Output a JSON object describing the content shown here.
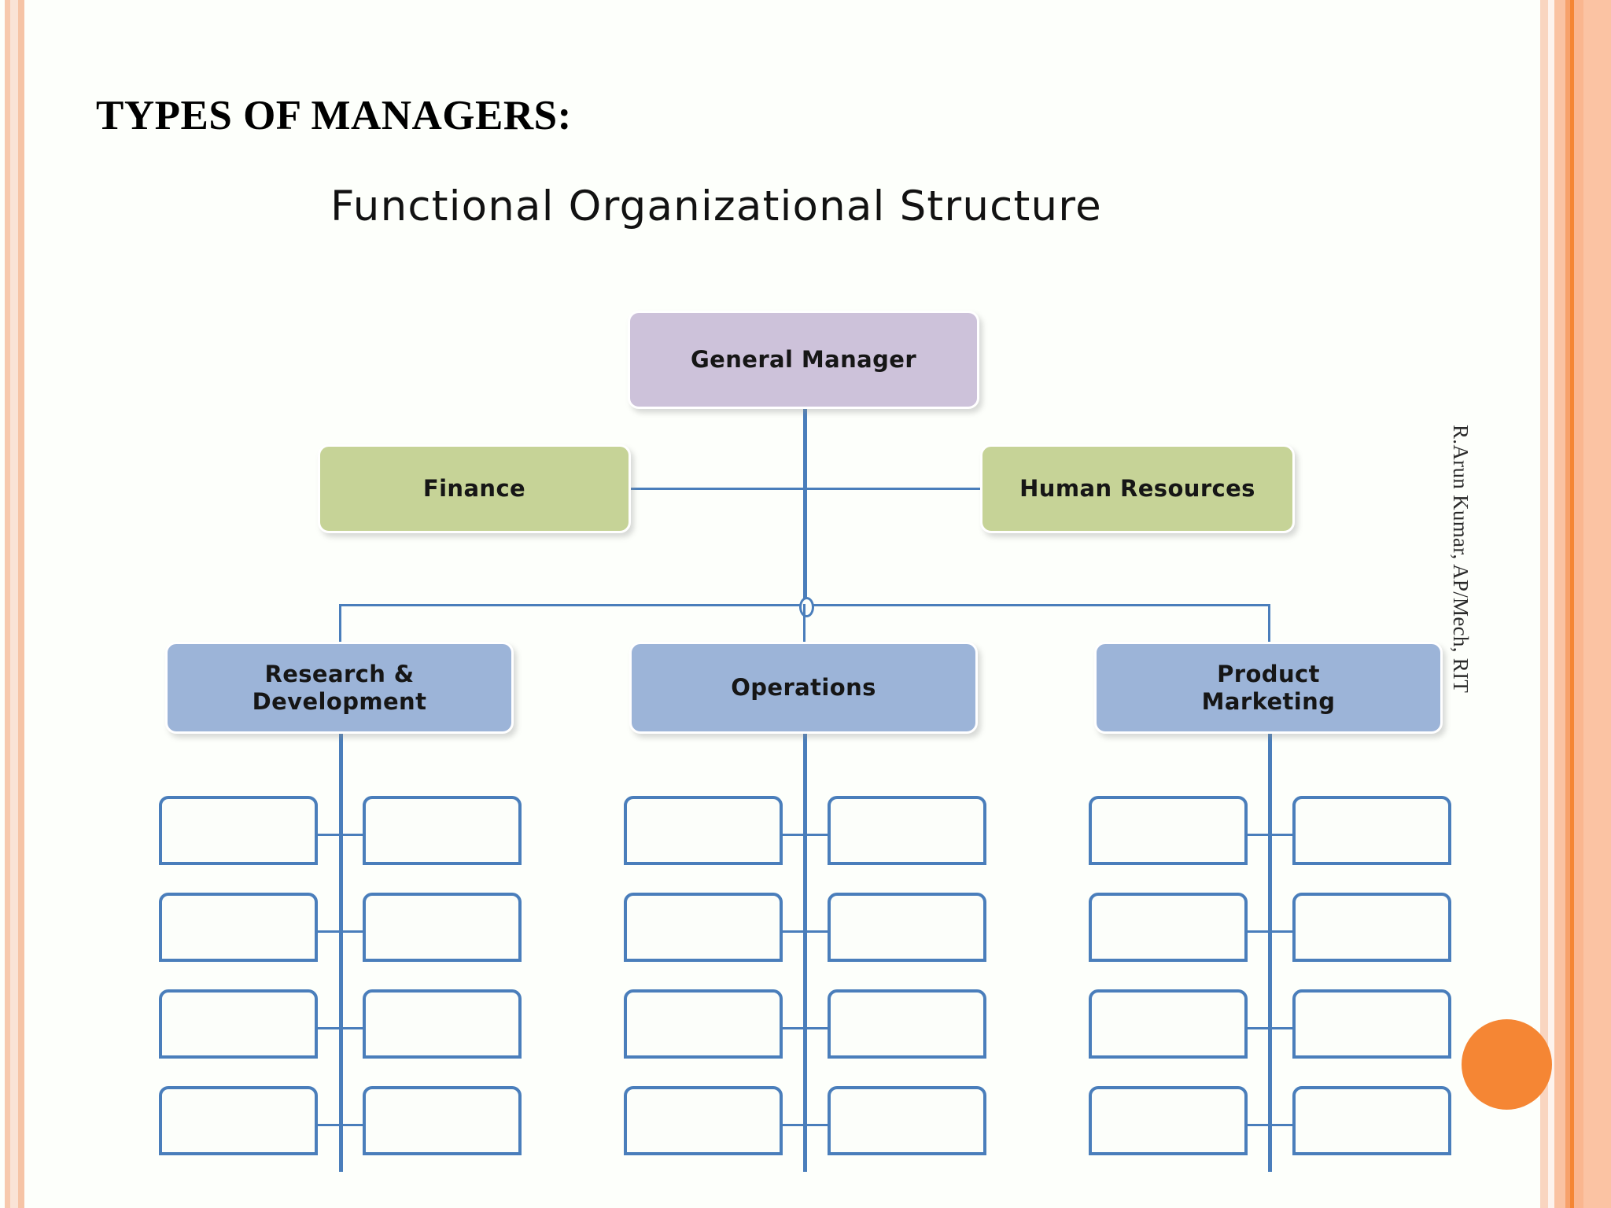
{
  "slide": {
    "title": "TYPES OF MANAGERS:",
    "author_note": "R.Arun Kumar, AP/Mech, RIT",
    "accent_color": "#f58634",
    "background": "#fdfffb"
  },
  "chart_data": {
    "type": "diagram",
    "diagram_type": "organizational-chart",
    "title": "Functional Organizational Structure",
    "colors": {
      "level1_fill": "#cdc2da",
      "level2_fill": "#c6d397",
      "level3_fill": "#9cb4d8",
      "connector": "#4a7ebb",
      "leaf_border": "#4a7ebb",
      "leaf_fill": "#fcfefa"
    },
    "nodes": [
      {
        "id": "gm",
        "label": "General Manager",
        "level": 1,
        "fill": "#cdc2da"
      },
      {
        "id": "finance",
        "label": "Finance",
        "level": 2,
        "fill": "#c6d397"
      },
      {
        "id": "hr",
        "label": "Human Resources",
        "level": 2,
        "fill": "#c6d397"
      },
      {
        "id": "rnd",
        "label": "Research &\nDevelopment",
        "line1": "Research &",
        "line2": "Development",
        "level": 3,
        "fill": "#9cb4d8"
      },
      {
        "id": "ops",
        "label": "Operations",
        "line1": "Operations",
        "line2": "",
        "level": 3,
        "fill": "#9cb4d8"
      },
      {
        "id": "pm",
        "label": "Product\nMarketing",
        "line1": "Product",
        "line2": "Marketing",
        "level": 3,
        "fill": "#9cb4d8"
      }
    ],
    "edges": [
      {
        "from": "gm",
        "to": "finance"
      },
      {
        "from": "gm",
        "to": "hr"
      },
      {
        "from": "gm",
        "to": "rnd"
      },
      {
        "from": "gm",
        "to": "ops"
      },
      {
        "from": "gm",
        "to": "pm"
      }
    ],
    "leaf_groups": [
      {
        "parent": "rnd",
        "rows": 4,
        "columns": 2,
        "labels": []
      },
      {
        "parent": "ops",
        "rows": 4,
        "columns": 2,
        "labels": []
      },
      {
        "parent": "pm",
        "rows": 4,
        "columns": 2,
        "labels": []
      }
    ],
    "leaf_total": 24,
    "notes": "All leaf boxes are blank placeholders with rounded top corners."
  }
}
